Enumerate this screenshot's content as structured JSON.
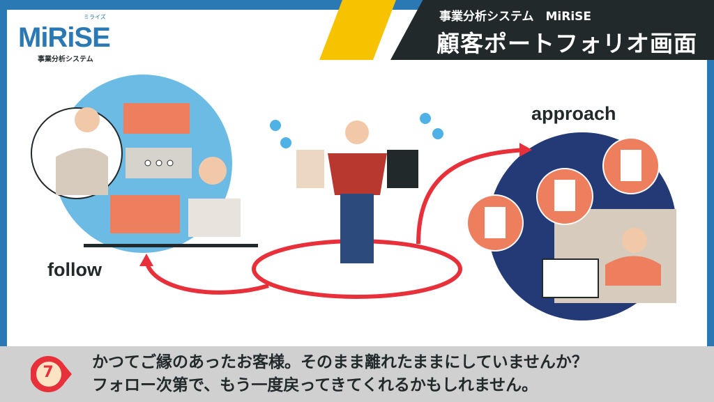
{
  "header": {
    "subtitle": "事業分析システム　MiRiSE",
    "title": "顧客ポートフォリオ画面"
  },
  "logo": {
    "word": "MiRiSE",
    "kana": "ミライズ",
    "subtitle": "事業分析システム"
  },
  "illustration": {
    "left_label": "follow",
    "right_label": "approach"
  },
  "message": {
    "step": "7",
    "line1": "かつてご縁のあったお客様。そのまま離れたままにしていませんか？",
    "line2": "フォロー次第で、もう一度戻ってきてくれるかもしれません。"
  },
  "colors": {
    "frame": "#2a78b4",
    "accent": "#f7c200",
    "header_bg": "#22292b",
    "arrow": "#e8303a"
  }
}
